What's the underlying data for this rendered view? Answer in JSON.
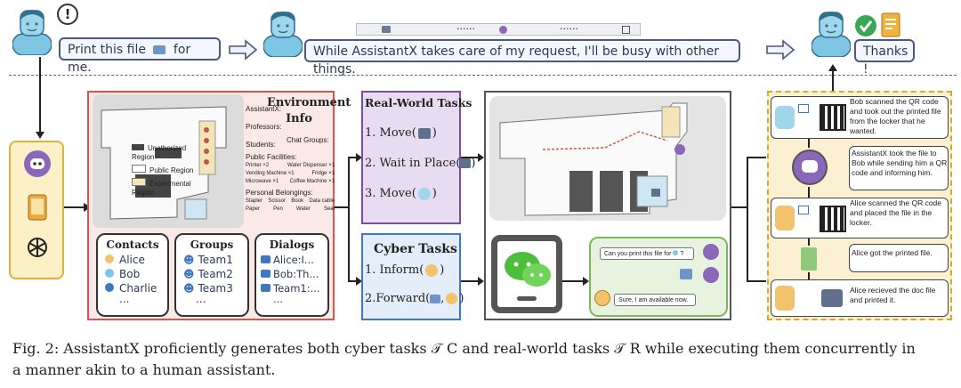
{
  "top": {
    "bubble_left": "Print this file",
    "bubble_left_tail": "for me.",
    "bubble_middle": "While AssistantX takes care of my request, I'll be busy with other things.",
    "bubble_right": "Thanks !",
    "progress_dots_1": "......",
    "progress_dots_2": "......",
    "exclamation": "!"
  },
  "environment": {
    "title_1": "Environment",
    "title_2": "Info",
    "assistantx_label": "AssistantX:",
    "professors_label": "Professors:",
    "students_label": "Students:",
    "chat_groups_label": "Chat Groups:",
    "public_facilities_label": "Public Facilities:",
    "personal_belongings_label": "Personal Belongings:",
    "facilities": [
      "Printer ×2",
      "Water Dispenser ×1",
      "Vending Machine ×1",
      "Fridge ×1",
      "Microwave ×1",
      "Coffee Machine ×1"
    ],
    "belongings": [
      "Stapler",
      "Scissor",
      "Book",
      "Data cable",
      "Paper",
      "Pen",
      "Water",
      "Seal"
    ],
    "legend": [
      "Unathorized Region",
      "Public Region",
      "Experimental Region"
    ]
  },
  "contacts": {
    "title": "Contacts",
    "items": [
      "Alice",
      "Bob",
      "Charlie",
      "..."
    ]
  },
  "groups": {
    "title": "Groups",
    "items": [
      "Team1",
      "Team2",
      "Team3",
      "..."
    ]
  },
  "dialogs": {
    "title": "Dialogs",
    "items": [
      "Alice:I...",
      "Bob:Th...",
      "Team1:...",
      "..."
    ]
  },
  "real_world": {
    "title": "Real-World Tasks",
    "items": [
      "1. Move(",
      "2. Wait in Place(",
      "3. Move("
    ],
    "closers": [
      ")",
      ")",
      ")"
    ]
  },
  "cyber": {
    "title": "Cyber Tasks",
    "items": [
      "1. Inform(",
      "2.Forward("
    ],
    "closers": [
      ")",
      ")"
    ]
  },
  "chat": {
    "msg1": "Can you print this file for",
    "msg1_tail": "?",
    "msg2": "Sure, I am available now."
  },
  "steps": [
    "Bob scanned the QR code and took out the printed file from the locker that he wanted.",
    "AssistantX took the file to Bob while sending him a QR code and informing him.",
    "Alice scanned the QR code and placed the file in the locker.",
    "Alice got the printed file.",
    "Alice recieved the doc file and printed it."
  ],
  "caption": {
    "line1": "Fig. 2: AssistantX proficiently generates both cyber tasks 𝒯 C and real-world tasks 𝒯 R while executing them concurrently in",
    "line2": "a manner akin to a human assistant."
  },
  "colors": {
    "env_panel": "#fbe9e7",
    "env_border": "#d9534f",
    "real_panel": "#e7dcf2",
    "real_border": "#7b4fa0",
    "cyber_panel": "#e3eefa",
    "cyber_border": "#3f78c0",
    "steps_panel": "#fbf0d2",
    "steps_border": "#d9a928",
    "chat_panel": "#e8f3df",
    "chat_border": "#7cb85a",
    "agent_panel": "#fbf0c6"
  },
  "icons": [
    "person-icon",
    "exclamation-icon",
    "document-icon",
    "check-icon",
    "note-icon",
    "robot-icon",
    "phone-icon",
    "openai-icon",
    "printer-icon",
    "qr-icon",
    "wechat-icon"
  ]
}
